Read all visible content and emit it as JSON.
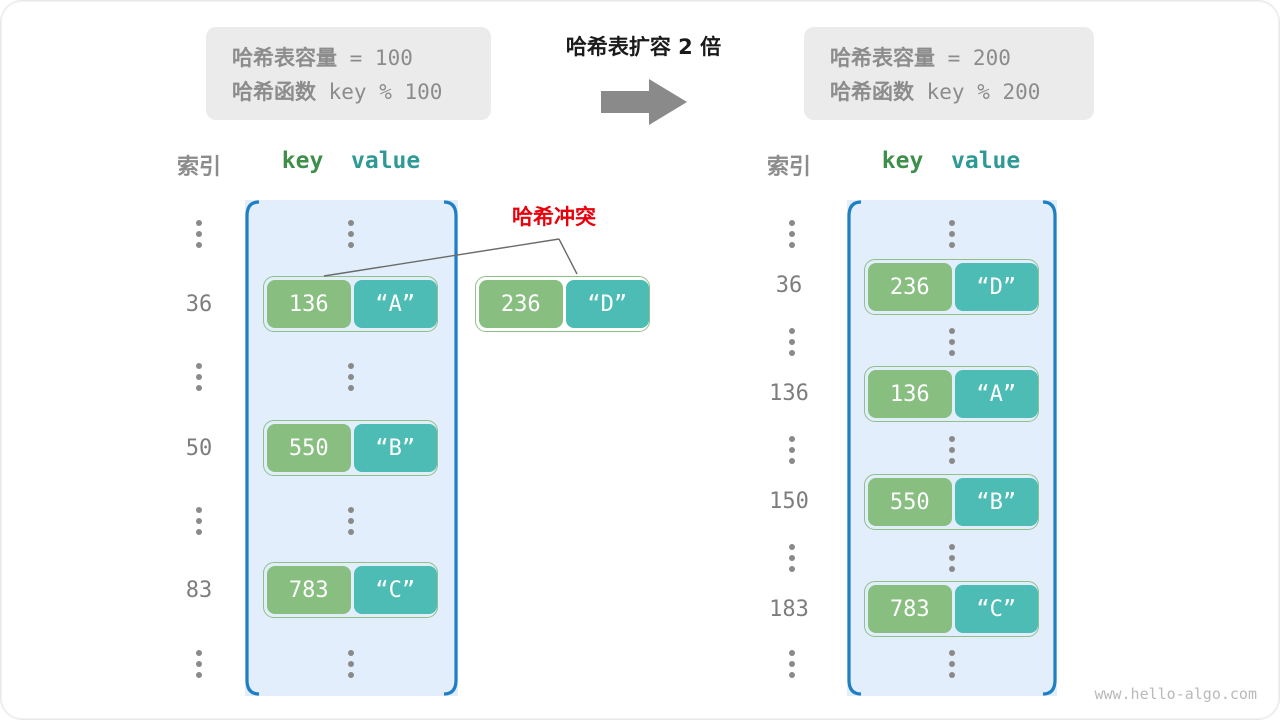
{
  "diagram": {
    "transition_title": "哈希表扩容 2 倍",
    "arrow_icon": "right-arrow-icon",
    "watermark": "www.hello-algo.com",
    "colors": {
      "key_box": "#88bf81",
      "value_box": "#4cbcb4",
      "row_border": "#8fc08a",
      "table_bg": "#e2eefb",
      "table_bracket": "#1f7fc4",
      "collision_text": "#e8000d",
      "info_bg": "#ebebeb",
      "muted_text": "#8c8c8c"
    }
  },
  "info_left": {
    "capacity_label": "哈希表容量",
    "capacity_expr": " = 100",
    "function_label": "哈希函数",
    "function_expr": " key % 100"
  },
  "info_right": {
    "capacity_label": "哈希表容量",
    "capacity_expr": " = 200",
    "function_label": "哈希函数",
    "function_expr": " key % 200"
  },
  "headers": {
    "index": "索引",
    "key": "key",
    "value": "value",
    "sep": "  "
  },
  "collision": {
    "label": "哈希冲突"
  },
  "left_table": {
    "rows": [
      {
        "type": "ellipsis",
        "index": ""
      },
      {
        "type": "entry",
        "index": "36",
        "key": "136",
        "value": "“A”"
      },
      {
        "type": "ellipsis",
        "index": ""
      },
      {
        "type": "entry",
        "index": "50",
        "key": "550",
        "value": "“B”"
      },
      {
        "type": "ellipsis",
        "index": ""
      },
      {
        "type": "entry",
        "index": "83",
        "key": "783",
        "value": "“C”"
      },
      {
        "type": "ellipsis",
        "index": ""
      }
    ]
  },
  "overflow_entry": {
    "key": "236",
    "value": "“D”"
  },
  "right_table": {
    "rows": [
      {
        "type": "ellipsis",
        "index": ""
      },
      {
        "type": "entry",
        "index": "36",
        "key": "236",
        "value": "“D”"
      },
      {
        "type": "ellipsis",
        "index": ""
      },
      {
        "type": "entry",
        "index": "136",
        "key": "136",
        "value": "“A”"
      },
      {
        "type": "ellipsis",
        "index": ""
      },
      {
        "type": "entry",
        "index": "150",
        "key": "550",
        "value": "“B”"
      },
      {
        "type": "ellipsis",
        "index": ""
      },
      {
        "type": "entry",
        "index": "183",
        "key": "783",
        "value": "“C”"
      },
      {
        "type": "ellipsis",
        "index": ""
      }
    ]
  }
}
